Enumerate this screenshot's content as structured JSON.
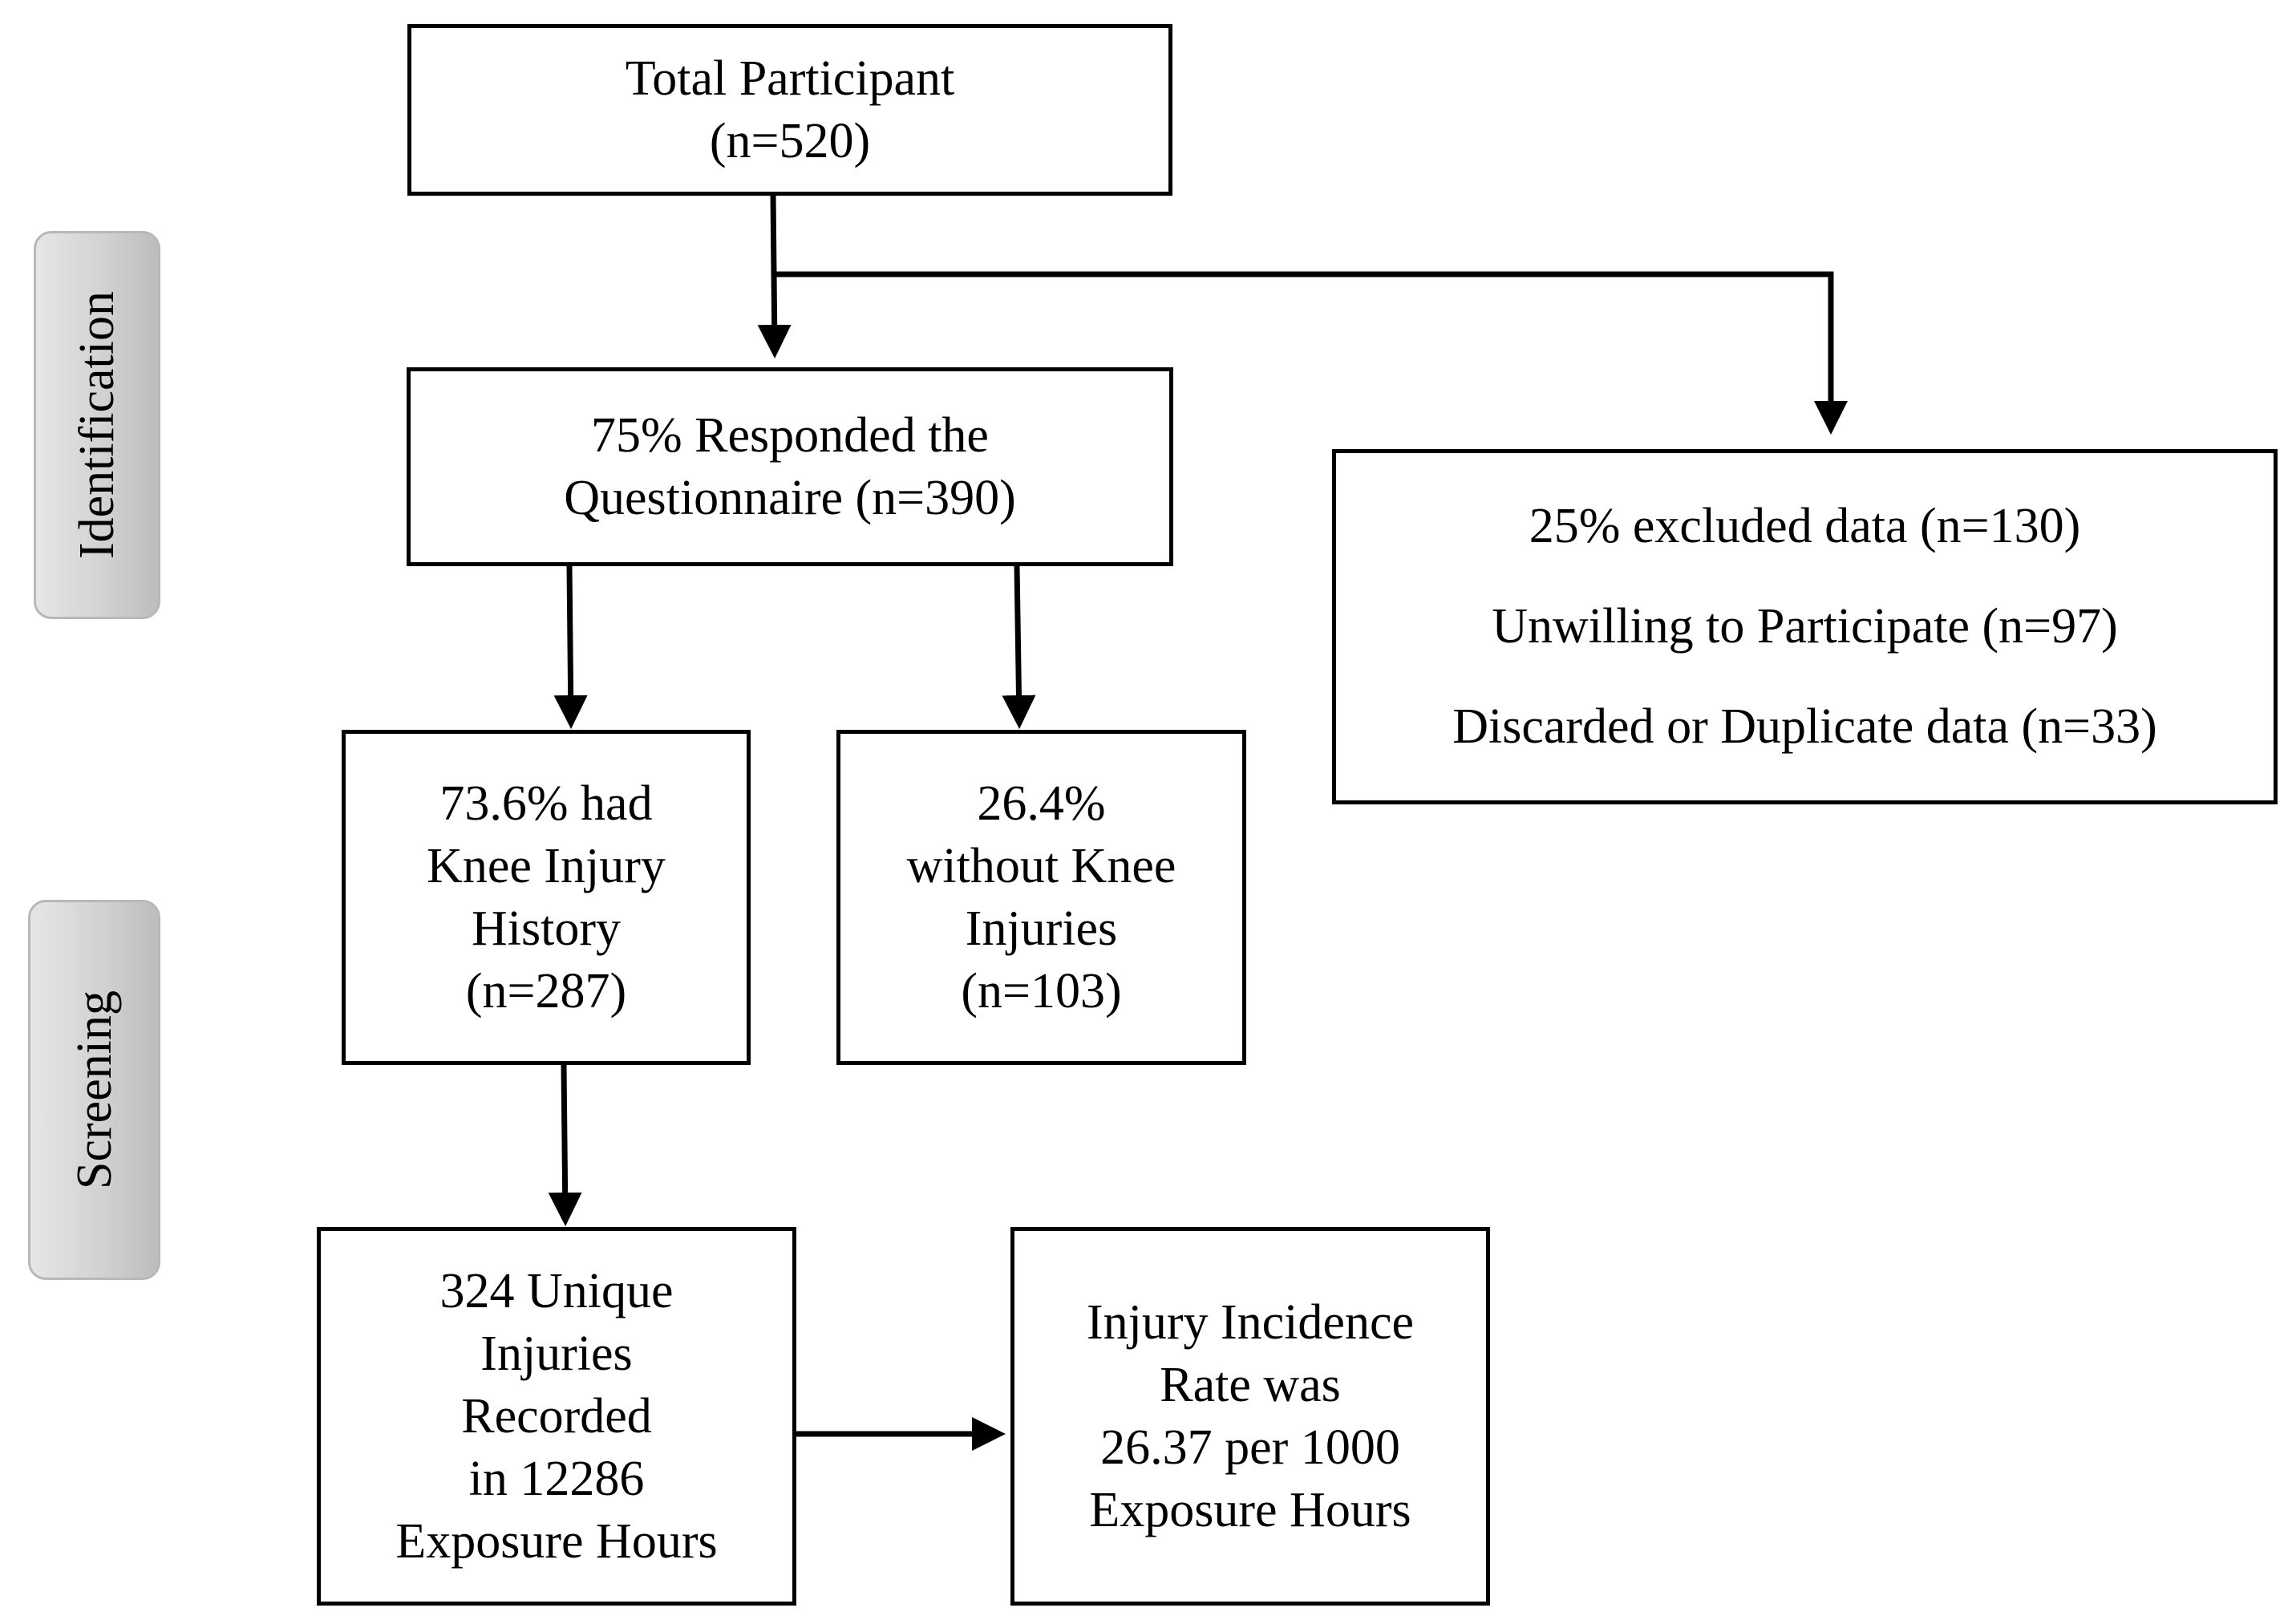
{
  "stages": {
    "identification": "Identification",
    "screening": "Screening"
  },
  "boxes": {
    "total": {
      "lines": [
        "Total Participant",
        "(n=520)"
      ]
    },
    "responded": {
      "lines": [
        "75% Responded the",
        "Questionnaire (n=390)"
      ]
    },
    "excluded": {
      "lines": [
        "25% excluded data (n=130)",
        "Unwilling to Participate (n=97)",
        "Discarded or Duplicate data (n=33)"
      ]
    },
    "had_injury": {
      "lines": [
        "73.6% had",
        "Knee Injury",
        "History",
        "(n=287)"
      ]
    },
    "without_injury": {
      "lines": [
        "26.4%",
        "without Knee",
        "Injuries",
        "(n=103)"
      ]
    },
    "unique_injuries": {
      "lines": [
        "324 Unique",
        "Injuries",
        "Recorded",
        "in 12286",
        "Exposure Hours"
      ]
    },
    "incidence": {
      "lines": [
        "Injury Incidence",
        "Rate was",
        "26.37 per 1000",
        "Exposure Hours"
      ]
    }
  },
  "colors": {
    "stroke": "#000000",
    "stage_fill_light": "#e6e6e6",
    "stage_fill_dark": "#bdbdbd"
  }
}
